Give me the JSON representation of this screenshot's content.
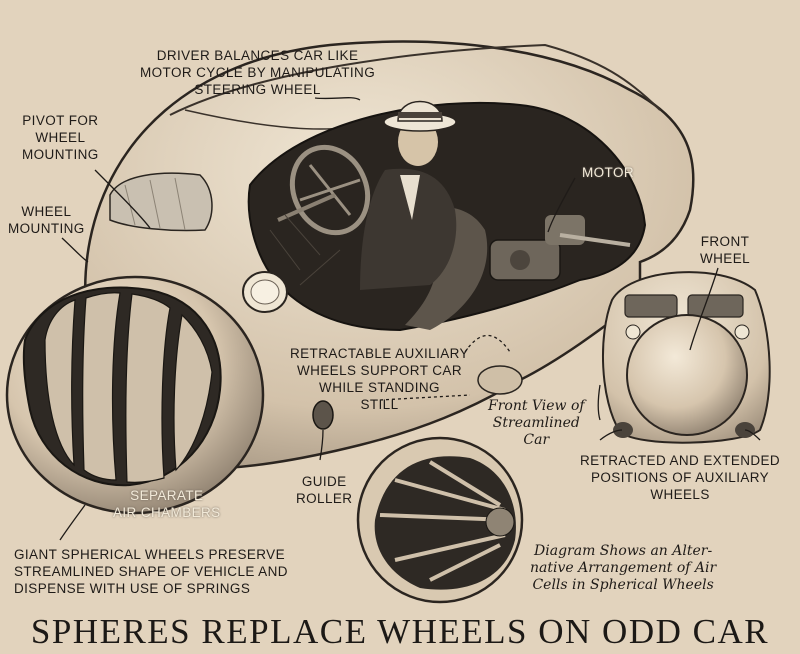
{
  "headline": "SPHERES REPLACE WHEELS ON ODD CAR",
  "labels": {
    "driver_balances": "DRIVER BALANCES CAR LIKE\nMOTOR CYCLE BY MANIPULATING\nSTEERING WHEEL",
    "pivot": "PIVOT FOR\nWHEEL\nMOUNTING",
    "wheel_mounting": "WHEEL\nMOUNTING",
    "motor": "MOTOR",
    "front_wheel": "FRONT\nWHEEL",
    "retractable": "RETRACTABLE AUXILIARY\nWHEELS SUPPORT CAR\nWHILE STANDING\nSTILL",
    "front_view": "Front View of\nStreamlined\nCar",
    "separate": "SEPARATE\nAIR CHAMBERS",
    "guide_roller": "GUIDE\nROLLER",
    "retracted": "RETRACTED and EXTENDED\nPOSITIONS of AUXILIARY\nWHEELS",
    "giant": "GIANT SPHERICAL WHEELS PRESERVE\nSTREAMLINED SHAPE OF VEHICLE AND\nDISPENSE WITH USE OF SPRINGS",
    "diagram": "Diagram Shows an Alter-\nnative Arrangement of Air\nCells in Spherical Wheels"
  }
}
